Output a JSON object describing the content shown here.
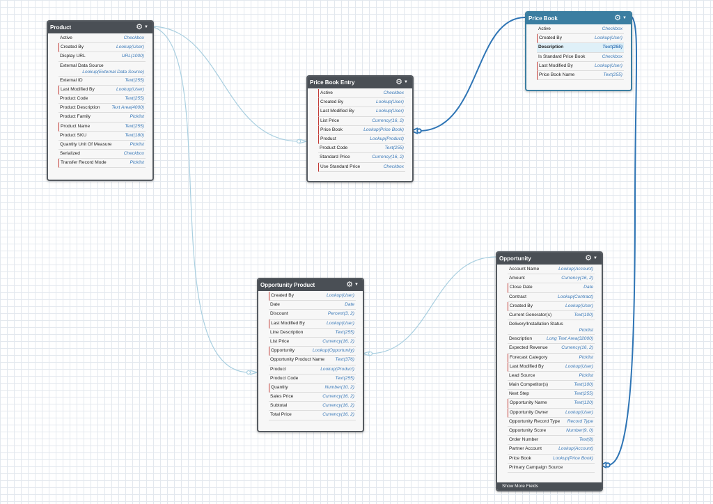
{
  "colors": {
    "header": "#4a4f55",
    "header_selected": "#3b7ea1",
    "field_type": "#3a79b8",
    "required_marker": "#c23934",
    "light_connector": "#a9cfe0",
    "dark_connector": "#2f75b5"
  },
  "icons": {
    "object_menu": "gear-icon",
    "menu_caret": "chevron-down-icon"
  },
  "objects": {
    "product": {
      "title": "Product",
      "fields": [
        {
          "name": "Active",
          "type": "Checkbox"
        },
        {
          "name": "Created By",
          "type": "Lookup(User)",
          "required": true
        },
        {
          "name": "Display URL",
          "type": "URL(1000)"
        },
        {
          "name": "External Data Source",
          "type": "Lookup(External Data Source)",
          "tall": true
        },
        {
          "name": "External ID",
          "type": "Text(255)"
        },
        {
          "name": "Last Modified By",
          "type": "Lookup(User)",
          "required": true
        },
        {
          "name": "Product Code",
          "type": "Text(255)"
        },
        {
          "name": "Product Description",
          "type": "Text Area(4000)"
        },
        {
          "name": "Product Family",
          "type": "Picklist"
        },
        {
          "name": "Product Name",
          "type": "Text(255)",
          "required": true
        },
        {
          "name": "Product SKU",
          "type": "Text(180)"
        },
        {
          "name": "Quantity Unit Of Measure",
          "type": "Picklist"
        },
        {
          "name": "Serialized",
          "type": "Checkbox"
        },
        {
          "name": "Transfer Record Mode",
          "type": "Picklist",
          "required": true
        }
      ]
    },
    "price_book_entry": {
      "title": "Price Book Entry",
      "fields": [
        {
          "name": "Active",
          "type": "Checkbox",
          "required": true
        },
        {
          "name": "Created By",
          "type": "Lookup(User)",
          "required": true
        },
        {
          "name": "Last Modified By",
          "type": "Lookup(User)",
          "required": true
        },
        {
          "name": "List Price",
          "type": "Currency(16, 2)",
          "required": true
        },
        {
          "name": "Price Book",
          "type": "Lookup(Price Book)",
          "required": true
        },
        {
          "name": "Product",
          "type": "Lookup(Product)",
          "required": true
        },
        {
          "name": "Product Code",
          "type": "Text(255)"
        },
        {
          "name": "Standard Price",
          "type": "Currency(16, 2)"
        },
        {
          "name": "Use Standard Price",
          "type": "Checkbox",
          "required": true
        }
      ]
    },
    "price_book": {
      "title": "Price Book",
      "fields": [
        {
          "name": "Active",
          "type": "Checkbox"
        },
        {
          "name": "Created By",
          "type": "Lookup(User)",
          "required": true
        },
        {
          "name": "Description",
          "type": "Text(255)",
          "highlight": true
        },
        {
          "name": "Is Standard Price Book",
          "type": "Checkbox"
        },
        {
          "name": "Last Modified By",
          "type": "Lookup(User)",
          "required": true
        },
        {
          "name": "Price Book Name",
          "type": "Text(255)",
          "required": true
        }
      ]
    },
    "opportunity_product": {
      "title": "Opportunity Product",
      "fields": [
        {
          "name": "Created By",
          "type": "Lookup(User)",
          "required": true
        },
        {
          "name": "Date",
          "type": "Date"
        },
        {
          "name": "Discount",
          "type": "Percent(3, 2)"
        },
        {
          "name": "Last Modified By",
          "type": "Lookup(User)",
          "required": true
        },
        {
          "name": "Line Description",
          "type": "Text(255)"
        },
        {
          "name": "List Price",
          "type": "Currency(16, 2)"
        },
        {
          "name": "Opportunity",
          "type": "Lookup(Opportunity)",
          "required": true
        },
        {
          "name": "Opportunity Product Name",
          "type": "Text(376)"
        },
        {
          "name": "Product",
          "type": "Lookup(Product)"
        },
        {
          "name": "Product Code",
          "type": "Text(255)"
        },
        {
          "name": "Quantity",
          "type": "Number(10, 2)",
          "required": true
        },
        {
          "name": "Sales Price",
          "type": "Currency(16, 2)"
        },
        {
          "name": "Subtotal",
          "type": "Currency(16, 2)"
        },
        {
          "name": "Total Price",
          "type": "Currency(16, 2)"
        }
      ]
    },
    "opportunity": {
      "title": "Opportunity",
      "footer": "Show More Fields",
      "fields": [
        {
          "name": "Account Name",
          "type": "Lookup(Account)"
        },
        {
          "name": "Amount",
          "type": "Currency(16, 2)"
        },
        {
          "name": "Close Date",
          "type": "Date",
          "required": true
        },
        {
          "name": "Contract",
          "type": "Lookup(Contract)"
        },
        {
          "name": "Created By",
          "type": "Lookup(User)",
          "required": true
        },
        {
          "name": "Current Generator(s)",
          "type": "Text(100)"
        },
        {
          "name": "Delivery/Installation Status",
          "type": "Picklist",
          "tall": true
        },
        {
          "name": "Description",
          "type": "Long Text Area(32000)"
        },
        {
          "name": "Expected Revenue",
          "type": "Currency(16, 2)"
        },
        {
          "name": "Forecast Category",
          "type": "Picklist",
          "required": true
        },
        {
          "name": "Last Modified By",
          "type": "Lookup(User)",
          "required": true
        },
        {
          "name": "Lead Source",
          "type": "Picklist"
        },
        {
          "name": "Main Competitor(s)",
          "type": "Text(100)"
        },
        {
          "name": "Next Step",
          "type": "Text(255)"
        },
        {
          "name": "Opportunity Name",
          "type": "Text(120)",
          "required": true
        },
        {
          "name": "Opportunity Owner",
          "type": "Lookup(User)",
          "required": true
        },
        {
          "name": "Opportunity Record Type",
          "type": "Record Type"
        },
        {
          "name": "Opportunity Score",
          "type": "Number(9, 0)"
        },
        {
          "name": "Order Number",
          "type": "Text(8)"
        },
        {
          "name": "Partner Account",
          "type": "Lookup(Account)"
        },
        {
          "name": "Price Book",
          "type": "Lookup(Price Book)"
        },
        {
          "name": "Primary Campaign Source",
          "type": ""
        }
      ]
    }
  }
}
